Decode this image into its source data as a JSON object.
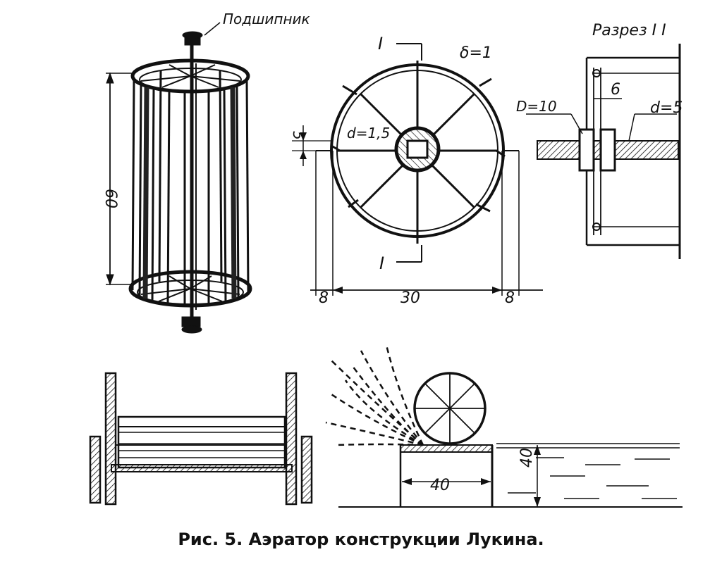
{
  "labels": {
    "bearing": "Подшипник",
    "height_60": "60",
    "section_mark_top": "I",
    "section_mark_bottom": "I",
    "delta": "δ=1",
    "d_wire": "d=1,5",
    "offset_5": "5",
    "dim_8_left": "8",
    "dim_30": "30",
    "dim_8_right": "8",
    "section_title": "Разрез I I",
    "D10": "D=10",
    "dim_6": "6",
    "d5": "d=5",
    "dim_40_w": "40",
    "dim_40_h": "40"
  },
  "caption": "Рис. 5. Аэратор конструкции Лукина."
}
